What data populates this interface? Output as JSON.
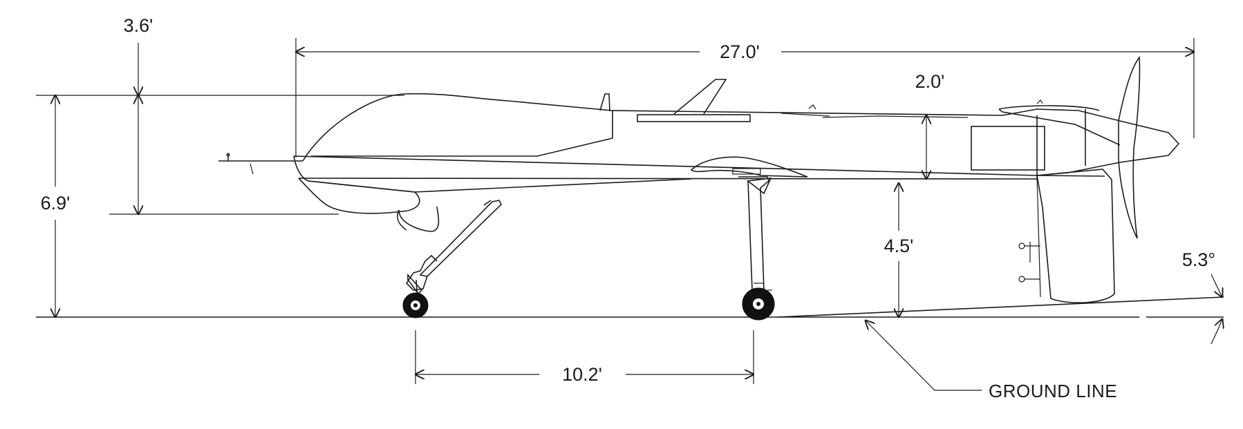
{
  "dimensions": {
    "length": "27.0'",
    "fuselage_height": "3.6'",
    "overall_height": "6.9'",
    "boom_height": "2.0'",
    "ground_clearance": "4.5'",
    "wheelbase": "10.2'",
    "tail_angle": "5.3°"
  },
  "labels": {
    "ground_line": "GROUND LINE"
  }
}
